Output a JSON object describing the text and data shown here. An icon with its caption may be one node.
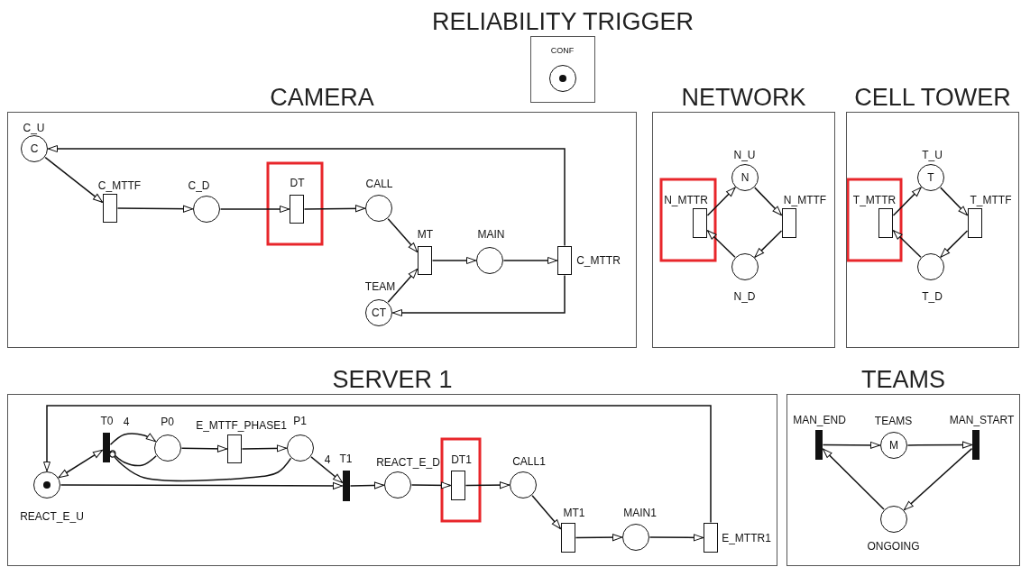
{
  "diagram": {
    "nodes": [
      {
        "text": [
          "RELIABILITY TRIGGER"
        ]
      },
      {
        "text": [
          "CONF"
        ],
        "in": 0
      },
      {
        "text": [
          "CAMERA"
        ]
      },
      {
        "text": [
          "C_U",
          "C"
        ],
        "in": 2
      },
      {
        "text": [
          "C_MTTF"
        ],
        "in": 2
      },
      {
        "text": [
          "C_D"
        ],
        "in": 2
      },
      {
        "text": [
          "DT"
        ],
        "in": 2
      },
      {
        "text": [
          "CALL"
        ],
        "in": 2
      },
      {
        "text": [
          "MT"
        ],
        "in": 2
      },
      {
        "text": [
          "MAIN"
        ],
        "in": 2
      },
      {
        "text": [
          "C_MTTR"
        ],
        "in": 2
      },
      {
        "text": [
          "TEAM",
          "CT"
        ],
        "in": 2
      },
      {
        "text": [
          "NETWORK"
        ]
      },
      {
        "text": [
          "N_U",
          "N"
        ],
        "in": 12
      },
      {
        "text": [
          "N_MTTR"
        ],
        "in": 12
      },
      {
        "text": [
          "N_MTTF"
        ],
        "in": 12
      },
      {
        "text": [
          "N_D"
        ],
        "in": 12
      },
      {
        "text": [
          "CELL TOWER"
        ]
      },
      {
        "text": [
          "T_U",
          "T"
        ],
        "in": 17
      },
      {
        "text": [
          "T_MTTR"
        ],
        "in": 17
      },
      {
        "text": [
          "T_MTTF"
        ],
        "in": 17
      },
      {
        "text": [
          "T_D"
        ],
        "in": 17
      },
      {
        "text": [
          "SERVER 1"
        ]
      },
      {
        "text": [
          "REACT_E_U"
        ],
        "in": 22
      },
      {
        "text": [
          "T0"
        ],
        "in": 22
      },
      {
        "text": [
          "P0"
        ],
        "in": 22
      },
      {
        "text": [
          "E_MTTF_PHASE1"
        ],
        "in": 22
      },
      {
        "text": [
          "P1"
        ],
        "in": 22
      },
      {
        "text": [
          "T1"
        ],
        "in": 22
      },
      {
        "text": [
          "REACT_E_D"
        ],
        "in": 22
      },
      {
        "text": [
          "DT1"
        ],
        "in": 22
      },
      {
        "text": [
          "CALL1"
        ],
        "in": 22
      },
      {
        "text": [
          "MT1"
        ],
        "in": 22
      },
      {
        "text": [
          "MAIN1"
        ],
        "in": 22
      },
      {
        "text": [
          "E_MTTR1"
        ],
        "in": 22
      },
      {
        "text": [
          "TEAMS"
        ]
      },
      {
        "text": [
          "MAN_END"
        ],
        "in": 35
      },
      {
        "text": [
          "TEAMS",
          "M"
        ],
        "in": 35
      },
      {
        "text": [
          "MAN_START"
        ],
        "in": 35
      },
      {
        "text": [
          "ONGOING"
        ],
        "in": 35
      }
    ],
    "edges": [
      {
        "from": 3,
        "to": 4,
        "arrow": "to"
      },
      {
        "from": 4,
        "to": 5,
        "arrow": "to"
      },
      {
        "from": 5,
        "to": 6,
        "arrow": "to"
      },
      {
        "from": 6,
        "to": 7,
        "arrow": "to"
      },
      {
        "from": 7,
        "to": 8,
        "arrow": "to"
      },
      {
        "from": 11,
        "to": 8,
        "arrow": "to"
      },
      {
        "from": 8,
        "to": 9,
        "arrow": "to"
      },
      {
        "from": 9,
        "to": 10,
        "arrow": "to"
      },
      {
        "from": 10,
        "to": 3,
        "arrow": "to"
      },
      {
        "from": 10,
        "to": 11,
        "arrow": "to"
      },
      {
        "from": 14,
        "to": 13,
        "arrow": "to"
      },
      {
        "from": 13,
        "to": 15,
        "arrow": "to"
      },
      {
        "from": 15,
        "to": 16,
        "arrow": "to"
      },
      {
        "from": 16,
        "to": 14,
        "arrow": "to"
      },
      {
        "from": 19,
        "to": 18,
        "arrow": "to"
      },
      {
        "from": 18,
        "to": 20,
        "arrow": "to"
      },
      {
        "from": 20,
        "to": 21,
        "arrow": "to"
      },
      {
        "from": 21,
        "to": 19,
        "arrow": "to"
      },
      {
        "from": 23,
        "to": 24,
        "arrow": "both"
      },
      {
        "from": 24,
        "to": 25,
        "arrow": "to",
        "label": "4"
      },
      {
        "from": 25,
        "to": 24,
        "arrow": "other"
      },
      {
        "from": 27,
        "to": 24,
        "arrow": "other"
      },
      {
        "from": 25,
        "to": 26,
        "arrow": "to"
      },
      {
        "from": 26,
        "to": 27,
        "arrow": "to"
      },
      {
        "from": 27,
        "to": 28,
        "arrow": "to",
        "label": "4"
      },
      {
        "from": 23,
        "to": 28,
        "arrow": "to"
      },
      {
        "from": 28,
        "to": 29,
        "arrow": "to"
      },
      {
        "from": 29,
        "to": 30,
        "arrow": "to"
      },
      {
        "from": 30,
        "to": 31,
        "arrow": "to"
      },
      {
        "from": 31,
        "to": 32,
        "arrow": "to"
      },
      {
        "from": 32,
        "to": 33,
        "arrow": "to"
      },
      {
        "from": 33,
        "to": 34,
        "arrow": "to"
      },
      {
        "from": 34,
        "to": 23,
        "arrow": "to"
      },
      {
        "from": 36,
        "to": 37,
        "arrow": "to"
      },
      {
        "from": 37,
        "to": 38,
        "arrow": "to"
      },
      {
        "from": 38,
        "to": 39,
        "arrow": "to"
      },
      {
        "from": 39,
        "to": 36,
        "arrow": "to"
      }
    ]
  }
}
